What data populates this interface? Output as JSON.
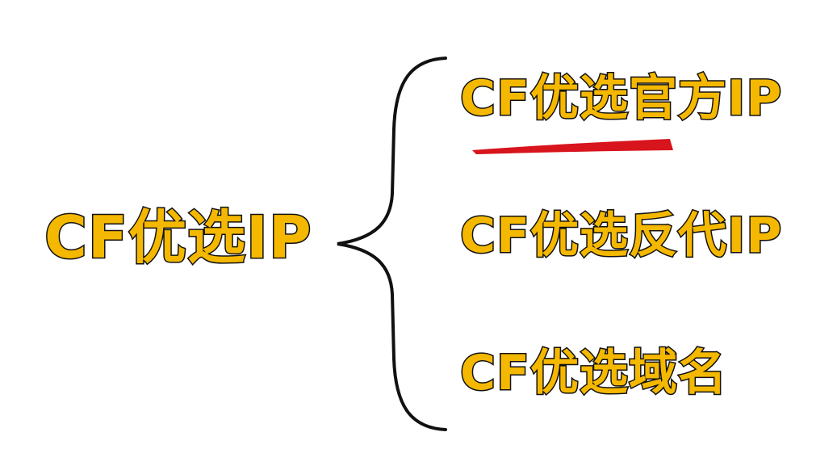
{
  "root": {
    "label": "CF优选IP"
  },
  "branches": [
    {
      "label": "CF优选官方IP",
      "highlighted": true
    },
    {
      "label": "CF优选反代IP",
      "highlighted": false
    },
    {
      "label": "CF优选域名",
      "highlighted": false
    }
  ],
  "colors": {
    "text_fill": "#f5b800",
    "text_stroke": "#111111",
    "brace": "#111111",
    "highlight_underline": "#d8141c"
  }
}
